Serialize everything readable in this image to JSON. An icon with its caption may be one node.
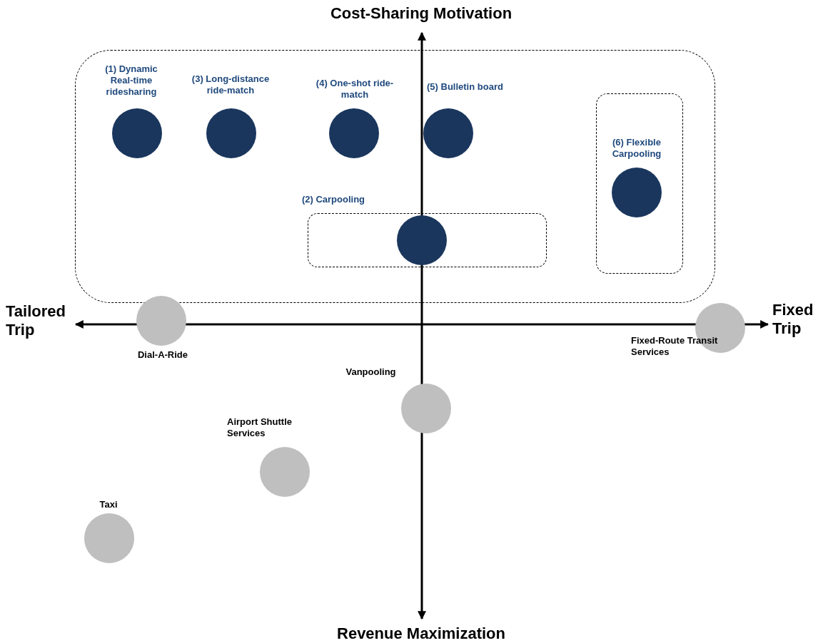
{
  "diagram": {
    "nodes": [
      {
        "text": [],
        "shape": "box"
      },
      {
        "text": [
          "(1) Dynamic Real-time ridesharing"
        ],
        "in": 0
      },
      {
        "text": [
          "(3) Long-distance ride-match"
        ],
        "in": 0
      },
      {
        "text": [
          "(4) One-shot ride-match"
        ],
        "in": 0
      },
      {
        "text": [
          "(5) Bulletin board"
        ],
        "in": 0
      },
      {
        "text": [],
        "shape": "box",
        "in": 0
      },
      {
        "text": [
          "(6) Flexible Carpooling"
        ],
        "in": 5
      },
      {
        "text": [],
        "shape": "box",
        "in": 0
      },
      {
        "text": [
          "(2) Carpooling"
        ],
        "in": 7
      },
      {
        "text": [
          "Dial-A-Ride"
        ]
      },
      {
        "text": [
          "Fixed-Route Transit Services"
        ]
      },
      {
        "text": [
          "Vanpooling"
        ]
      },
      {
        "text": [
          "Airport Shuttle Services"
        ]
      },
      {
        "text": [
          "Taxi"
        ]
      }
    ],
    "edges": [],
    "labels": [
      "Cost-Sharing Motivation",
      "Tailored Trip",
      "Fixed Trip",
      "Revenue Maximization"
    ]
  }
}
